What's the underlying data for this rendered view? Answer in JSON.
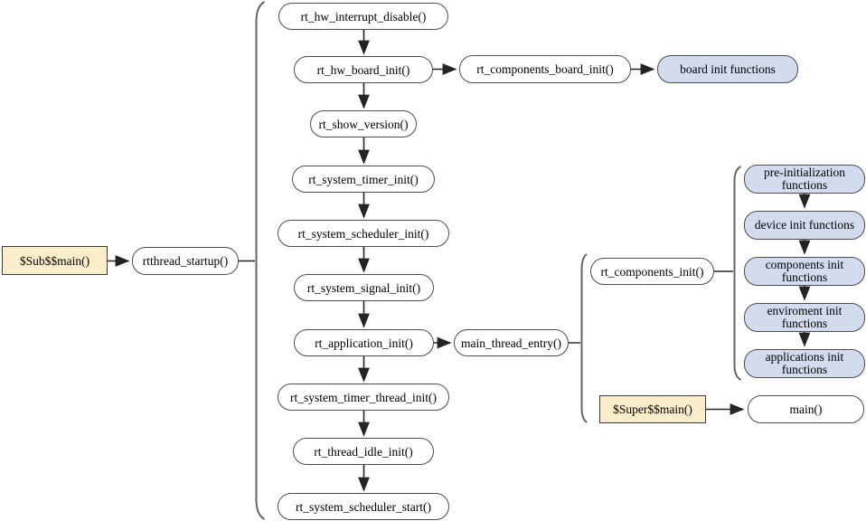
{
  "nodes": {
    "sub_main": "$Sub$$main()",
    "rtthread_startup": "rtthread_startup()",
    "rt_hw_interrupt_disable": "rt_hw_interrupt_disable()",
    "rt_hw_board_init": "rt_hw_board_init()",
    "rt_components_board_init": "rt_components_board_init()",
    "board_init_functions": "board init functions",
    "rt_show_version": "rt_show_version()",
    "rt_system_timer_init": "rt_system_timer_init()",
    "rt_system_scheduler_init": "rt_system_scheduler_init()",
    "rt_system_signal_init": "rt_system_signal_init()",
    "rt_application_init": "rt_application_init()",
    "main_thread_entry": "main_thread_entry()",
    "rt_system_timer_thread_init": "rt_system_timer_thread_init()",
    "rt_thread_idle_init": "rt_thread_idle_init()",
    "rt_system_scheduler_start": "rt_system_scheduler_start()",
    "rt_components_init": "rt_components_init()",
    "pre_initialization_functions": "pre-initialization functions",
    "device_init_functions": "device init functions",
    "components_init_functions": "components init functions",
    "enviroment_init_functions": "enviroment init functions",
    "applications_init_functions": "applications init functions",
    "super_main": "$Super$$main()",
    "main_fn": "main()"
  },
  "colors": {
    "bg": "#FFFFFF",
    "tan_fill": "#FAEDC9",
    "blue_fill": "#D2DCEE",
    "node_border": "#4D4D4D",
    "arrow_color": "#242424",
    "brace_color": "#5F5F5F",
    "text_color": "#000000"
  }
}
